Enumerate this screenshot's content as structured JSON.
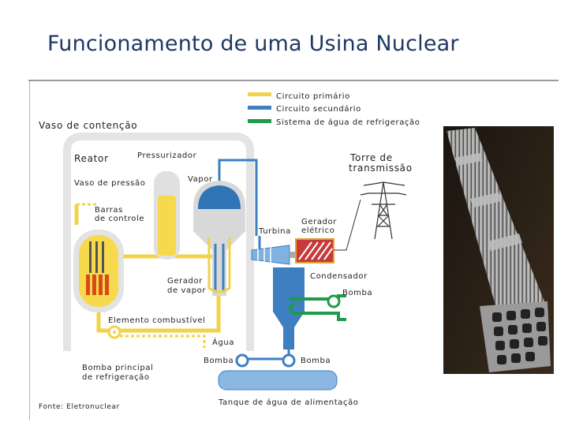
{
  "slide": {
    "title": "Funcionamento de uma Usina Nuclear"
  },
  "legend": [
    {
      "label": "Circuito primário",
      "color": "#f2d24b"
    },
    {
      "label": "Circuito secundário",
      "color": "#3d7fc1"
    },
    {
      "label": "Sistema de água de refrigeração",
      "color": "#1e9a4a"
    }
  ],
  "labels": {
    "containment": "Vaso de contenção",
    "reactor": "Reator",
    "pressurizer": "Pressurizador",
    "pressure_vessel": "Vaso de pressão",
    "steam": "Vapor",
    "control_rods_1": "Barras",
    "control_rods_2": "de controle",
    "steam_generator_1": "Gerador",
    "steam_generator_2": "de vapor",
    "fuel_element": "Elemento combustível",
    "water": "Água",
    "main_pump_1": "Bomba principal",
    "main_pump_2": "de refrigeração",
    "turbine": "Turbina",
    "generator_1": "Gerador",
    "generator_2": "elétrico",
    "tower_1": "Torre de",
    "tower_2": "transmissão",
    "condenser": "Condensador",
    "pump_right": "Bomba",
    "pump_mid_left": "Bomba",
    "pump_mid_right": "Bomba",
    "feed_tank": "Tanque de água de alimentação",
    "source": "Fonte: Eletronuclear"
  },
  "colors": {
    "primary": "#f2d24b",
    "secondary": "#3d7fc1",
    "cooling": "#1e9a4a",
    "structure": "#e6e6e6",
    "title": "#1f3864"
  }
}
